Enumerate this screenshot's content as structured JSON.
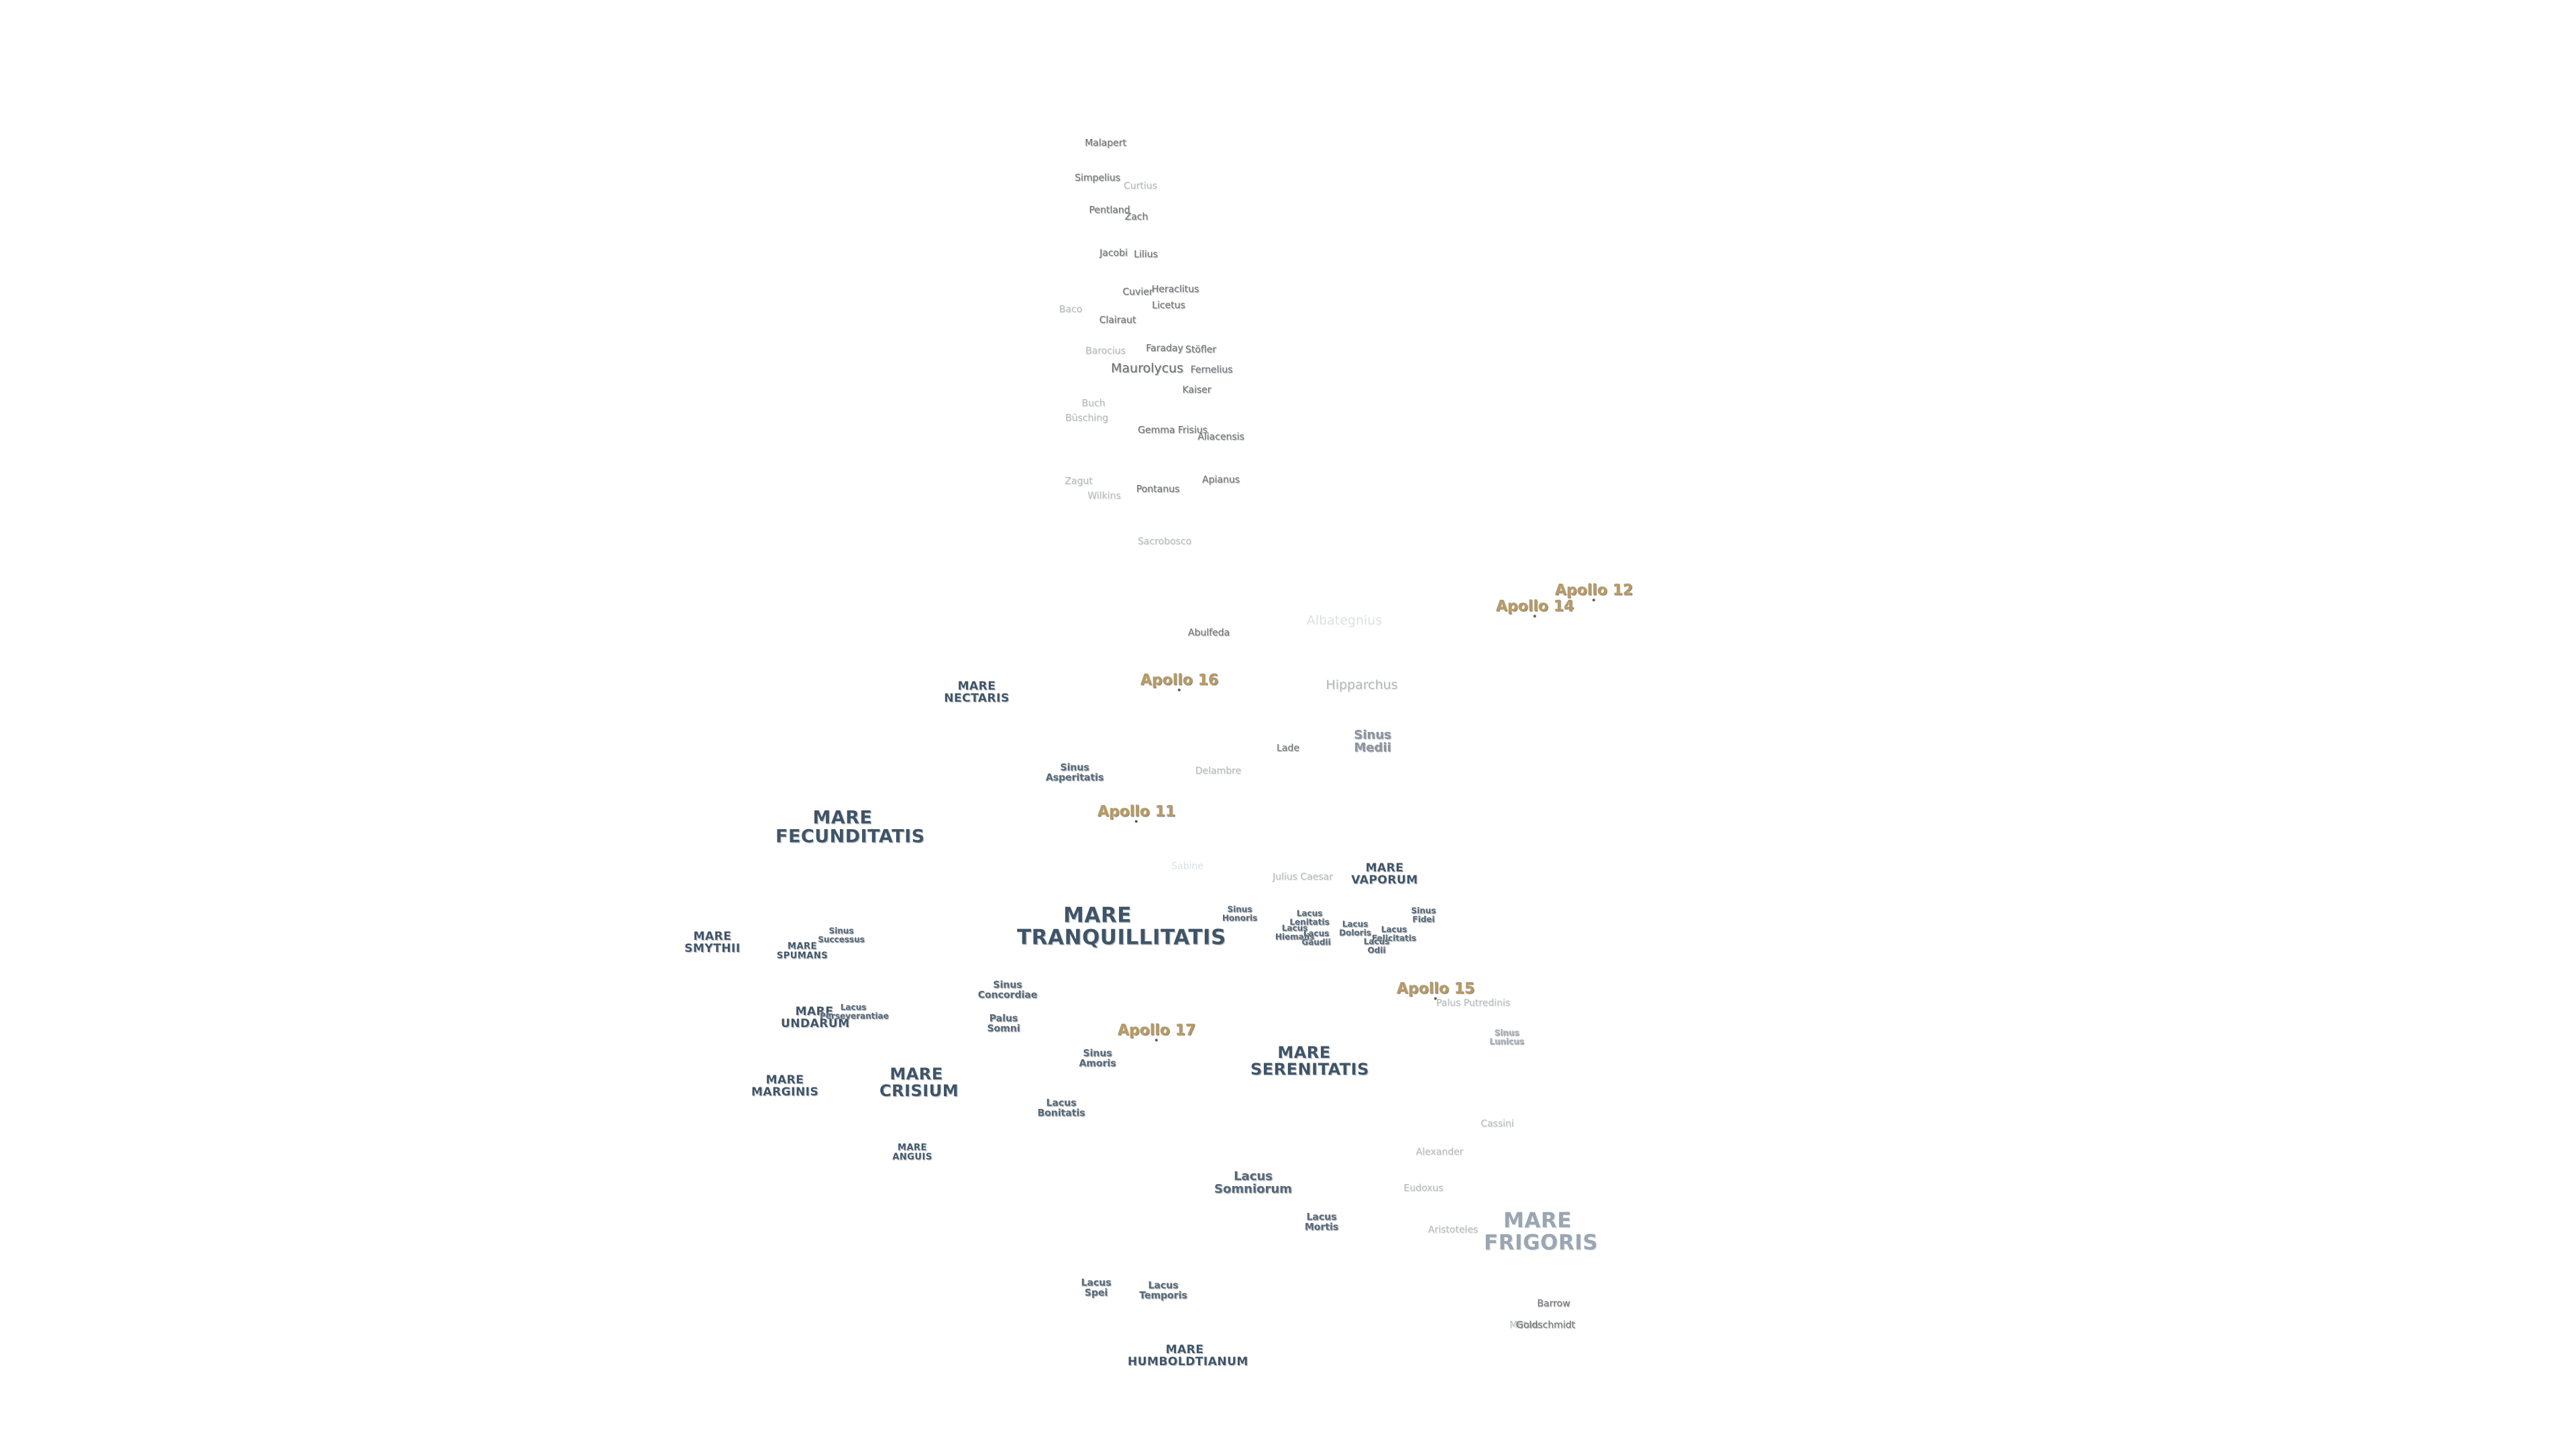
{
  "landing_sites": [
    "Apollo 11",
    "Apollo 12",
    "Apollo 14",
    "Apollo 15",
    "Apollo 16",
    "Apollo 17"
  ],
  "maria": {
    "nectaris": "MARE NECTARIS",
    "fecunditatis": "MARE FECUNDITATIS",
    "tranquillitatis": "MARE TRANQUILLITATIS",
    "vaporum": "MARE VAPORUM",
    "smythii": "MARE SMYTHII",
    "spumans": "MARE SPUMANS",
    "undarum": "MARE UNDARUM",
    "marginis": "MARE MARGINIS",
    "crisium": "MARE CRISIUM",
    "serenitatis": "MARE SERENITATIS",
    "anguis": "MARE ANGUIS",
    "frigoris": "MARE FRIGORIS",
    "humboldtianum": "MARE HUMBOLDTIANUM"
  },
  "features": {
    "sinus_asperitatis": "Sinus Asperitatis",
    "sinus_successus": "Sinus Successus",
    "lacus_perseverantiae": "Lacus Perseverantiae",
    "sinus_concordiae": "Sinus Concordiae",
    "palus_somni": "Palus Somni",
    "sinus_amoris": "Sinus Amoris",
    "lacus_bonitatis": "Lacus Bonitatis",
    "sinus_honoris": "Sinus Honoris",
    "lacus_lenitatis": "Lacus Lenitatis",
    "lacus_hiemalis": "Lacus Hiemalis",
    "lacus_gaudii": "Lacus Gaudii",
    "lacus_doloris": "Lacus Doloris",
    "lacus_felicitatis": "Lacus Felicitatis",
    "lacus_odii": "Lacus Odii",
    "sinus_fidei": "Sinus Fidei",
    "sinus_medii": "Sinus Medii",
    "lacus_somniorum": "Lacus Somniorum",
    "lacus_mortis": "Lacus Mortis",
    "lacus_spei": "Lacus Spei",
    "lacus_temporis": "Lacus Temporis",
    "sinus_lunicus": "Sinus Lunicus"
  },
  "craters": {
    "malapert": "Malapert",
    "curtius": "Curtius",
    "simpelius": "Simpelius",
    "pentland": "Pentland",
    "zach": "Zach",
    "jacobi": "Jacobi",
    "lilius": "Lilius",
    "cuvier": "Cuvier",
    "heraclitus": "Heraclitus",
    "licetus": "Licetus",
    "baco": "Baco",
    "clairaut": "Clairaut",
    "barocius": "Barocius",
    "faraday": "Faraday",
    "stofler": "Stöfler",
    "maurolycus": "Maurolycus",
    "fernelius": "Fernelius",
    "kaiser": "Kaiser",
    "buch": "Buch",
    "buesching": "Büsching",
    "gemma_frisius": "Gemma Frisius",
    "aliacensis": "Aliacensis",
    "zagut": "Zagut",
    "wilkins": "Wilkins",
    "pontanus": "Pontanus",
    "apianus": "Apianus",
    "sacrobosco": "Sacrobosco",
    "abulfeda": "Abulfeda",
    "albategnius": "Albategnius",
    "hipparchus": "Hipparchus",
    "lade": "Lade",
    "delambre": "Delambre",
    "julius_caesar": "Julius Caesar",
    "sabine": "Sabine",
    "putredinis": "Palus Putredinis",
    "cassini": "Cassini",
    "alexander": "Alexander",
    "eudoxus": "Eudoxus",
    "aristoteles": "Aristoteles",
    "barrow": "Barrow",
    "goldschmidt": "Goldschmidt",
    "meton": "Meton"
  }
}
